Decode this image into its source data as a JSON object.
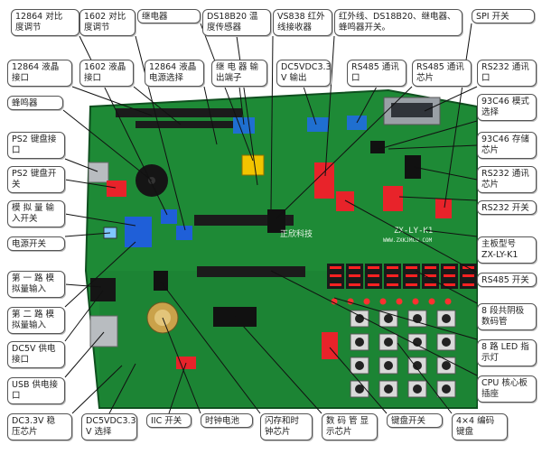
{
  "colors": {
    "pcb": "#1e8a36",
    "pcb_dark": "#156a28",
    "leader": "#111111",
    "label_border": "#555555",
    "seg_on": "#ff2222",
    "seg_bg": "#1a1a1a",
    "dip_red": "#e8232a",
    "dip_blue": "#1f5fd8",
    "relay_yellow": "#f2c400",
    "terminal_blue": "#1f6fd0",
    "header_black": "#1b1b1b",
    "usb_silver": "#b8bcc0",
    "led_red": "#ff3030",
    "battery_gold": "#caa24a"
  },
  "board": {
    "model_silkscreen": "ZX-LY-K1",
    "url_silkscreen": "WWW.ZXKJMCU.COM",
    "brand_silkscreen": "正欣科技"
  },
  "labels": [
    {
      "key": "lcd12864_contrast",
      "text": "12864 对比\n度调节"
    },
    {
      "key": "lcd1602_contrast",
      "text": "1602  对比\n度调节"
    },
    {
      "key": "relay",
      "text": "继电器"
    },
    {
      "key": "ds18b20",
      "text": "DS18B20 温\n度传感器"
    },
    {
      "key": "vs838",
      "text": "VS838 红外\n线接收器"
    },
    {
      "key": "ir_group",
      "text": "红外线、DS18B20、继电器、\n蜂鸣器开关。"
    },
    {
      "key": "spi_switch",
      "text": "SPI 开关"
    },
    {
      "key": "lcd12864_port",
      "text": "12864 液晶\n接口"
    },
    {
      "key": "lcd1602_port",
      "text": "1602  液晶\n接口"
    },
    {
      "key": "lcd12864_power",
      "text": "12864 液晶\n电源选择"
    },
    {
      "key": "relay_output",
      "text": "继 电 器 输\n出端子"
    },
    {
      "key": "dc5v_33v_out",
      "text": "DC5VDC3.3\nV 输出"
    },
    {
      "key": "rs485_port",
      "text": "RS485  通讯\n口"
    },
    {
      "key": "rs485_chip",
      "text": "RS485  通讯\n芯片"
    },
    {
      "key": "rs232_port",
      "text": "RS232  通讯\n口"
    },
    {
      "key": "buzzer",
      "text": "蜂鸣器"
    },
    {
      "key": "c93c46_mode",
      "text": "93C46 模式\n选择"
    },
    {
      "key": "ps2_port",
      "text": "PS2 键盘接\n口"
    },
    {
      "key": "c93c46_chip",
      "text": "93C46  存储\n芯片"
    },
    {
      "key": "ps2_switch",
      "text": "PS2  键盘开\n关"
    },
    {
      "key": "rs232_chip",
      "text": "RS232  通讯\n芯片"
    },
    {
      "key": "analog_switch",
      "text": "模 拟 量 输\n入开关"
    },
    {
      "key": "rs232_switch",
      "text": "RS232 开关"
    },
    {
      "key": "power_switch",
      "text": "电源开关"
    },
    {
      "key": "board_model",
      "text": "主板型号\nZX-LY-K1"
    },
    {
      "key": "analog_in1",
      "text": "第 一 路 模\n拟量输入"
    },
    {
      "key": "rs485_switch",
      "text": "RS485 开关"
    },
    {
      "key": "analog_in2",
      "text": "第 二 路 模\n拟量输入"
    },
    {
      "key": "seg8",
      "text": "8  段共阴极\n数码管"
    },
    {
      "key": "dc5v_power",
      "text": "DC5V  供电\n接口"
    },
    {
      "key": "led8",
      "text": "8 路 LED 指\n示灯"
    },
    {
      "key": "usb_power",
      "text": "USB 供电接\n口"
    },
    {
      "key": "cpu_socket",
      "text": "CPU 核心板\n插座"
    },
    {
      "key": "dc33_chip",
      "text": "DC3.3V   稳\n压芯片"
    },
    {
      "key": "dc5v_33v_sel",
      "text": "DC5VDC3.3\nV 选择"
    },
    {
      "key": "iic_switch",
      "text": "IIC 开关"
    },
    {
      "key": "clock_battery",
      "text": "时钟电池"
    },
    {
      "key": "flash_clock",
      "text": "闪存和时\n钟芯片"
    },
    {
      "key": "seg_driver",
      "text": "数 码 管 显\n示芯片"
    },
    {
      "key": "keypad_switch",
      "text": "键盘开关"
    },
    {
      "key": "keypad4x4",
      "text": "4×4  编码\n键盘"
    }
  ]
}
